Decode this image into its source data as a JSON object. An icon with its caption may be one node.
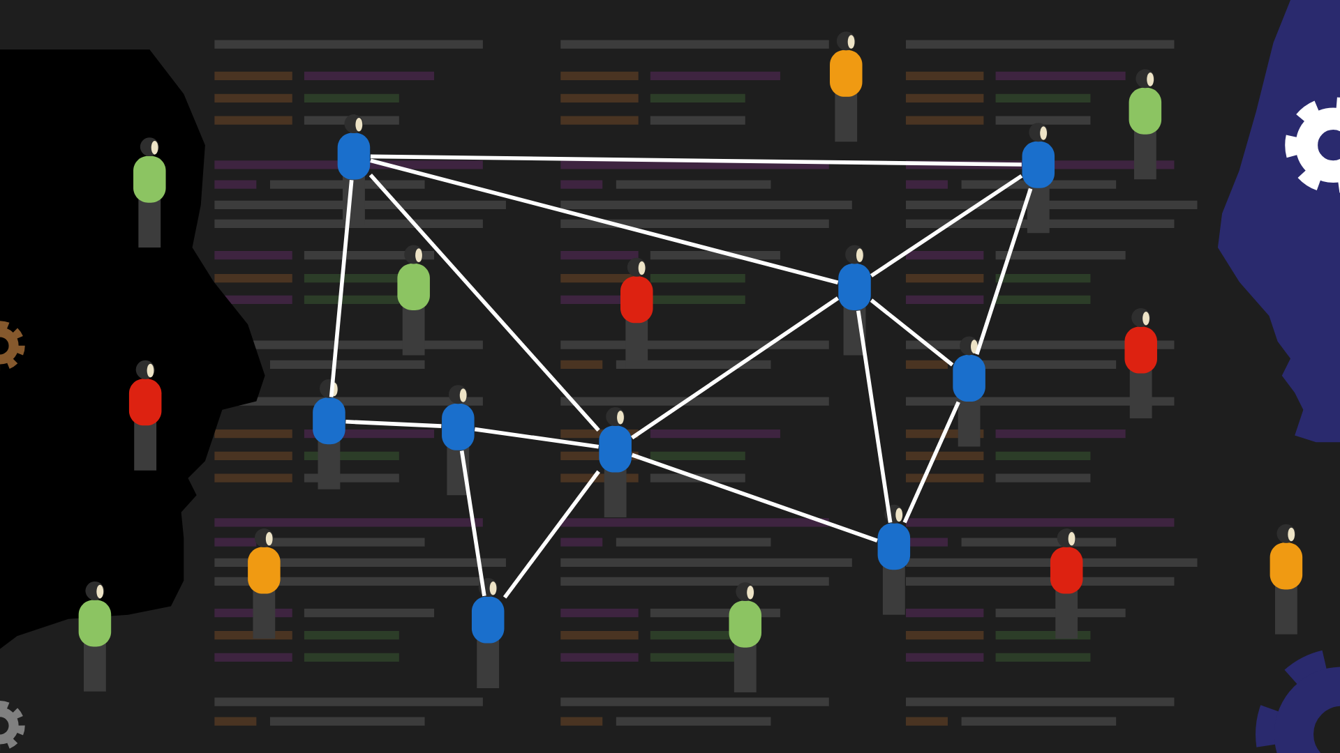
{
  "diagram": {
    "nodes": [
      {
        "text": [],
        "shape": "person"
      },
      {
        "text": [],
        "shape": "person"
      },
      {
        "text": [],
        "shape": "person"
      },
      {
        "text": [],
        "shape": "person"
      },
      {
        "text": [],
        "shape": "person"
      },
      {
        "text": [],
        "shape": "person"
      },
      {
        "text": [],
        "shape": "person"
      },
      {
        "text": [],
        "shape": "person"
      },
      {
        "text": [],
        "shape": "person"
      },
      {
        "text": [],
        "shape": "person"
      },
      {
        "text": [],
        "shape": "person"
      },
      {
        "text": [],
        "shape": "person"
      },
      {
        "text": [],
        "shape": "person"
      },
      {
        "text": [],
        "shape": "person"
      },
      {
        "text": [],
        "shape": "person"
      },
      {
        "text": [],
        "shape": "person"
      },
      {
        "text": [],
        "shape": "person"
      },
      {
        "text": [],
        "shape": "person"
      },
      {
        "text": [],
        "shape": "person"
      },
      {
        "text": [],
        "shape": "person"
      },
      {
        "text": [],
        "shape": "person"
      }
    ],
    "edges": [
      {
        "from": 2,
        "to": 3,
        "arrow": "none"
      },
      {
        "from": 2,
        "to": 6,
        "arrow": "none"
      },
      {
        "from": 2,
        "to": 13,
        "arrow": "none"
      },
      {
        "from": 2,
        "to": 11,
        "arrow": "none"
      },
      {
        "from": 3,
        "to": 6,
        "arrow": "none"
      },
      {
        "from": 3,
        "to": 9,
        "arrow": "none"
      },
      {
        "from": 6,
        "to": 13,
        "arrow": "none"
      },
      {
        "from": 6,
        "to": 9,
        "arrow": "none"
      },
      {
        "from": 6,
        "to": 14,
        "arrow": "none"
      },
      {
        "from": 11,
        "to": 12,
        "arrow": "none"
      },
      {
        "from": 12,
        "to": 13,
        "arrow": "none"
      },
      {
        "from": 12,
        "to": 18,
        "arrow": "none"
      },
      {
        "from": 13,
        "to": 18,
        "arrow": "none"
      },
      {
        "from": 13,
        "to": 14,
        "arrow": "none"
      },
      {
        "from": 9,
        "to": 14,
        "arrow": "none"
      }
    ]
  }
}
